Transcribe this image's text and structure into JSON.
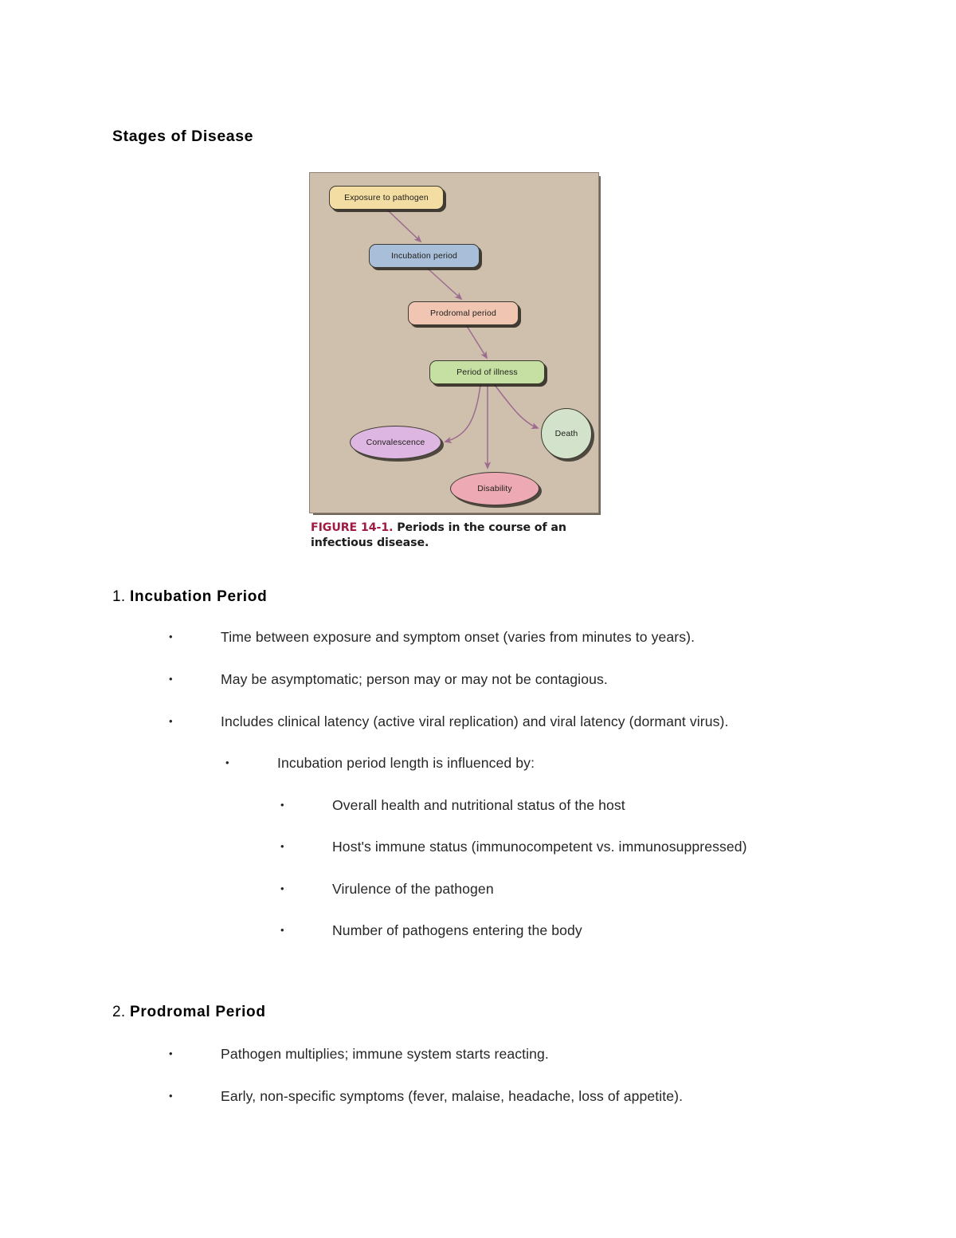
{
  "document": {
    "title": "Stages of Disease"
  },
  "figure": {
    "panel_background": "#cec0ad",
    "caption_label": "FIGURE 14-1.",
    "caption_text": " Periods in the course of an infectious disease.",
    "nodes": [
      {
        "id": "exposure",
        "label": "Exposure to pathogen",
        "shape": "box",
        "color": "#f3dda3"
      },
      {
        "id": "incubation",
        "label": "Incubation period",
        "shape": "box",
        "color": "#a9bfd9"
      },
      {
        "id": "prodromal",
        "label": "Prodromal period",
        "shape": "box",
        "color": "#f0c6b3"
      },
      {
        "id": "illness",
        "label": "Period of illness",
        "shape": "box",
        "color": "#c6e0a4"
      },
      {
        "id": "convalescence",
        "label": "Convalescence",
        "shape": "ellipse",
        "color": "#ddb6e1"
      },
      {
        "id": "death",
        "label": "Death",
        "shape": "circle",
        "color": "#d3e2cb"
      },
      {
        "id": "disability",
        "label": "Disability",
        "shape": "ellipse",
        "color": "#eeaab4"
      }
    ],
    "arrow_color": "#a06c92"
  },
  "sections": [
    {
      "number": "1.",
      "title": "Incubation Period",
      "bullets": [
        {
          "level": 1,
          "text": "Time between exposure and symptom onset (varies from minutes to years)."
        },
        {
          "level": 1,
          "text": "May be asymptomatic; person may or may not be contagious."
        },
        {
          "level": 1,
          "text": "Includes clinical latency (active viral replication) and viral latency (dormant virus)."
        },
        {
          "level": 2,
          "text": "Incubation period length is influenced by:"
        },
        {
          "level": 3,
          "text": "Overall health and nutritional status of the host"
        },
        {
          "level": 3,
          "text": "Host's immune status (immunocompetent vs. immunosuppressed)"
        },
        {
          "level": 3,
          "text": "Virulence of the pathogen"
        },
        {
          "level": 3,
          "text": "Number of pathogens entering the body"
        }
      ]
    },
    {
      "number": "2.",
      "title": "Prodromal Period",
      "bullets": [
        {
          "level": 1,
          "text": "Pathogen multiplies; immune system starts reacting."
        },
        {
          "level": 1,
          "text": "Early, non-specific symptoms (fever, malaise, headache, loss of appetite)."
        }
      ]
    }
  ],
  "bullet_glyph": "•"
}
